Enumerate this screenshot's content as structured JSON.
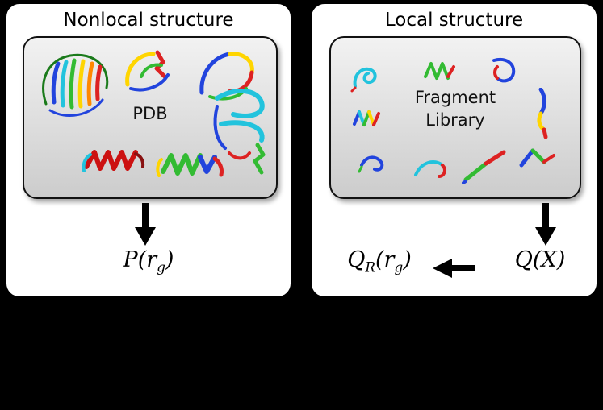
{
  "colors": {
    "background": "#000000",
    "panel_bg": "#ffffff",
    "box_gradient_top": "#f2f2f2",
    "box_gradient_bottom": "#cccccc",
    "box_border": "#111111",
    "arrow": "#000000",
    "text": "#000000",
    "ribbon_palette": [
      "#2244dd",
      "#22c3dd",
      "#33bb33",
      "#ffd500",
      "#ff8800",
      "#dd2222"
    ]
  },
  "left_panel": {
    "title": "Nonlocal structure",
    "box_label": "PDB",
    "formula": {
      "f": "P",
      "open": "(",
      "arg": "r",
      "sub": "g",
      "close": ")"
    }
  },
  "right_panel": {
    "title": "Local structure",
    "box_label_line1": "Fragment",
    "box_label_line2": "Library",
    "formula_qr": {
      "f": "Q",
      "fsub": "R",
      "open": "(",
      "arg": "r",
      "sub": "g",
      "close": ")"
    },
    "formula_qx": {
      "f": "Q",
      "open": "(",
      "arg": "X",
      "close": ")"
    }
  },
  "icons": {
    "down_arrow": "thick-down-arrow",
    "left_arrow": "thick-left-arrow",
    "protein_ribbon": "rainbow-protein-cartoon",
    "fragment_ribbon": "small-peptide-fragment-cartoon"
  }
}
